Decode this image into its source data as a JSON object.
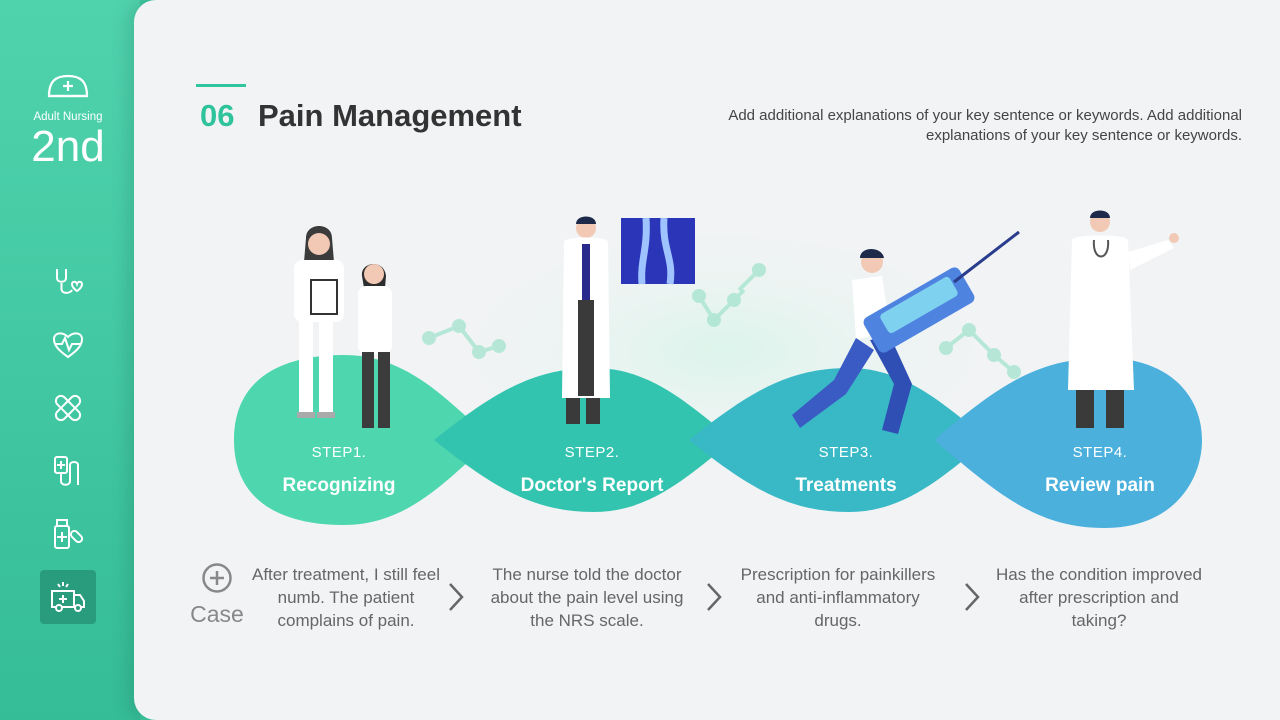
{
  "sidebar": {
    "subtitle": "Adult Nursing",
    "title": "2nd",
    "icons": [
      "stethoscope-heart-icon",
      "heart-pulse-icon",
      "bandage-icon",
      "iv-drip-icon",
      "medicine-icon",
      "ambulance-icon"
    ]
  },
  "header": {
    "number": "06",
    "title": "Pain Management",
    "note": "Add additional explanations of your key sentence or keywords. Add additional explanations of your key sentence or keywords."
  },
  "steps": [
    {
      "step": "STEP1.",
      "name": "Recognizing",
      "desc": "After treatment, I still feel numb. The patient complains of pain.",
      "color": "#4ed7ae"
    },
    {
      "step": "STEP2.",
      "name": "Doctor's Report",
      "desc": "The nurse told the doctor about the pain level using the NRS scale.",
      "color": "#33c4b0"
    },
    {
      "step": "STEP3.",
      "name": "Treatments",
      "desc": "Prescription for painkillers and anti-inflammatory drugs.",
      "color": "#39b9c6"
    },
    {
      "step": "STEP4.",
      "name": "Review pain",
      "desc": "Has the condition improved after prescription and taking?",
      "color": "#4cb0dd"
    }
  ],
  "case": {
    "label": "Case"
  }
}
